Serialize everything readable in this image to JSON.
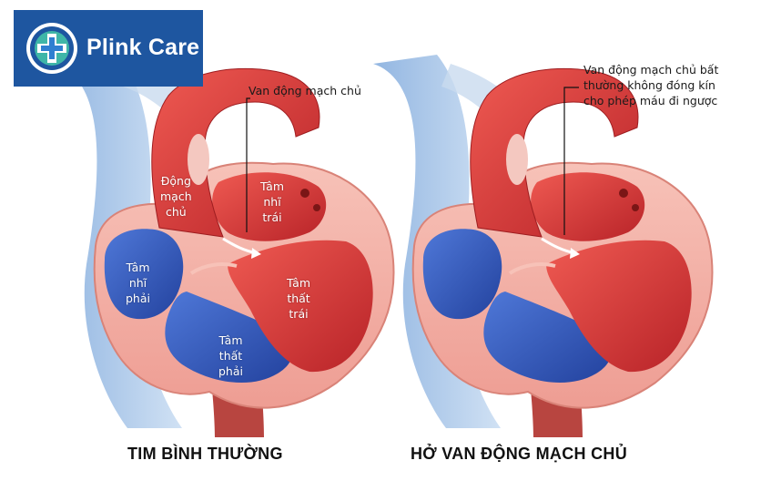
{
  "logo": {
    "text": "Plink Care",
    "icon": "plus-cross-icon"
  },
  "left_heart": {
    "callout": "Van động mạch chủ",
    "labels": {
      "aorta": "Động\nmạch\nchủ",
      "left_atrium": "Tâm\nnhĩ\ntrái",
      "right_atrium": "Tâm\nnhĩ\nphải",
      "left_ventricle": "Tâm\nthất\ntrái",
      "right_ventricle": "Tâm\nthất\nphải"
    },
    "caption": "TIM BÌNH THƯỜNG"
  },
  "right_heart": {
    "callout": "Van động mạch chủ bất\nthường không đóng kín\ncho phép máu đi ngược",
    "caption": "HỞ VAN ĐỘNG MẠCH CHỦ"
  },
  "colors": {
    "brand_blue": "#1e56a0",
    "oxygenated_red": "#d93a3a",
    "deoxygenated_blue": "#3a5fc8",
    "heart_wall": "#f2a9a0",
    "vessel_light_blue": "#a9c8e8"
  }
}
